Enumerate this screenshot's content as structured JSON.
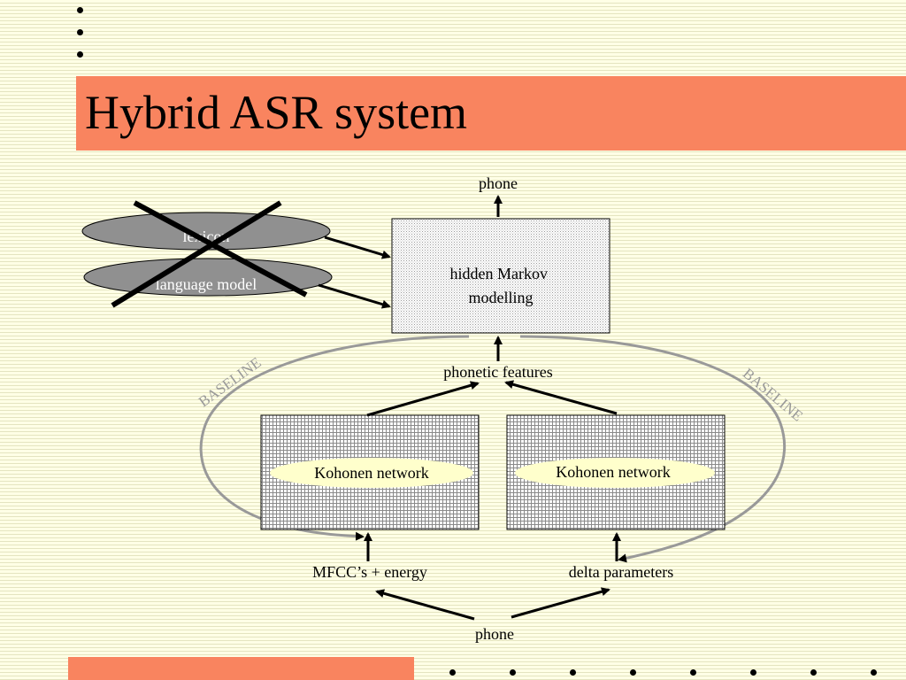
{
  "title": "Hybrid ASR system",
  "colors": {
    "accent": "#f9845f",
    "background": "#ffffe6",
    "baseline_arc": "#999999",
    "disk_fill": "#909090",
    "ellipse_fill": "#ffffcc"
  },
  "diagram": {
    "phone_top": "phone",
    "hmm": "hidden Markov modelling",
    "hmm_line1": "hidden Markov",
    "hmm_line2": "modelling",
    "lexicon": "lexicon",
    "language_model": "language model",
    "phonetic_features": "phonetic features",
    "kohonen_left": "Kohonen network",
    "kohonen_right": "Kohonen network",
    "mfcc": "MFCC’s + energy",
    "delta": "delta parameters",
    "phone_bottom": "phone",
    "baseline_left": "BASELINE",
    "baseline_right": "BASELINE"
  }
}
